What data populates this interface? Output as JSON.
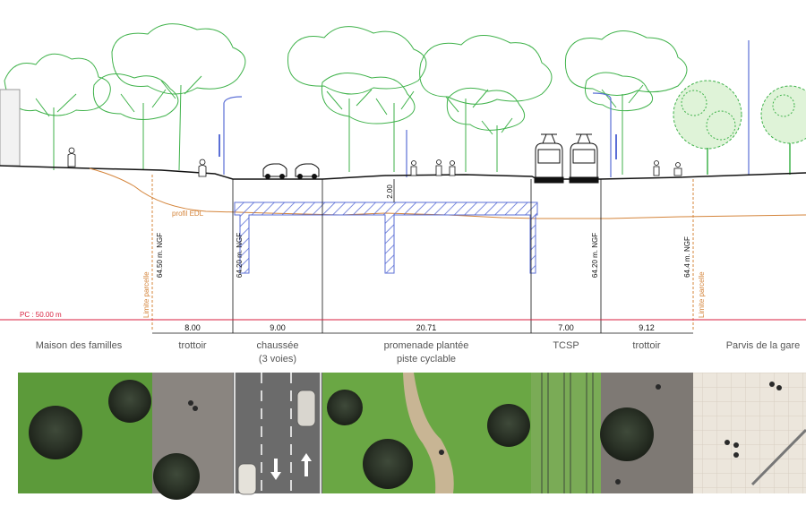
{
  "profile_label": "profil EDL",
  "depth_label": "2.00",
  "pc_label": "PC : 50.00 m",
  "limite_label": "Limite parcelle",
  "elevations": {
    "left_far": "64.50 m. NGF",
    "left_near": "64.20 m. NGF",
    "right_near": "64.20 m. NGF",
    "right_far": "64.4 m. NGF"
  },
  "dimensions": [
    "8.00",
    "9.00",
    "20.71",
    "7.00",
    "9.12"
  ],
  "zones": {
    "maison": "Maison des familles",
    "trottoir_left": "trottoir",
    "chaussee_line1": "chaussée",
    "chaussee_line2": "(3 voies)",
    "promenade_line1": "promenade plantée",
    "promenade_line2": "piste cyclable",
    "tcsp": "TCSP",
    "trottoir_right": "trottoir",
    "parvis": "Parvis de la gare"
  },
  "colors": {
    "tree": "#3fb24a",
    "orange": "#d4843a",
    "blue": "#5b6fd6",
    "red": "#d81e3c",
    "grass": "#5c9a3a",
    "asphalt": "#6b6b6b"
  }
}
